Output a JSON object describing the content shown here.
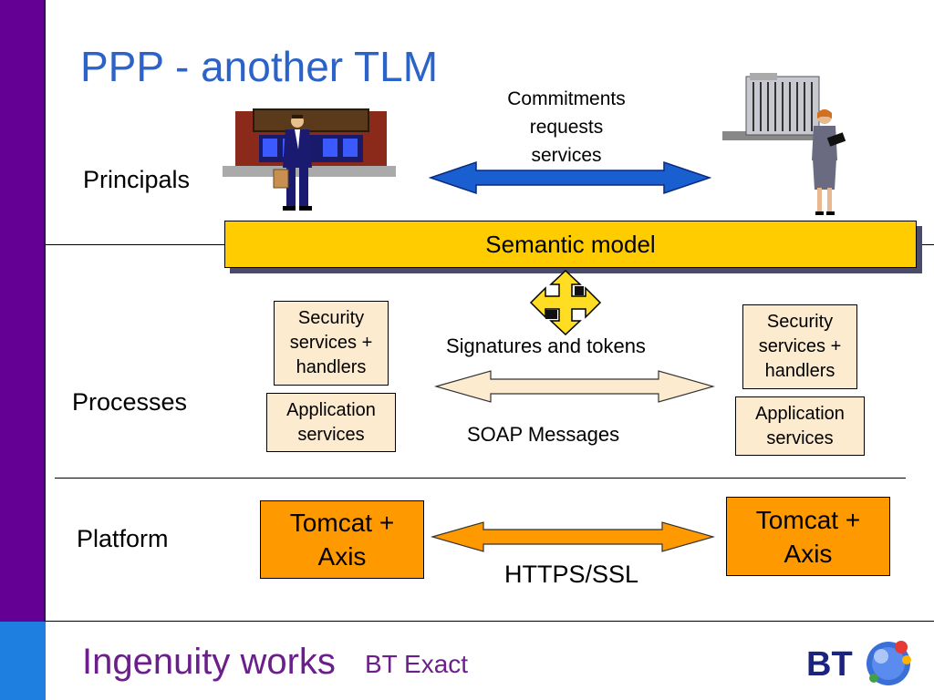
{
  "slide": {
    "title": "PPP - another TLM",
    "layers": {
      "principals": "Principals",
      "processes": "Processes",
      "platform": "Platform"
    },
    "commitments": [
      "Commitments",
      "requests",
      "services"
    ],
    "semantic_model": "Semantic model",
    "security_left": [
      "Security",
      "services +",
      "handlers"
    ],
    "security_right": [
      "Security",
      "services +",
      "handlers"
    ],
    "application_left": [
      "Application",
      "services"
    ],
    "application_right": [
      "Application",
      "services"
    ],
    "signatures": "Signatures and tokens",
    "soap": "SOAP Messages",
    "tomcat_left": [
      "Tomcat +",
      "Axis"
    ],
    "tomcat_right": [
      "Tomcat +",
      "Axis"
    ],
    "https": "HTTPS/SSL"
  },
  "footer": {
    "tagline": "Ingenuity works",
    "brand": "BT Exact",
    "logo_text": "BT"
  },
  "colors": {
    "sidebar": "#650094",
    "title": "#2b63c8",
    "semantic_model_fill": "#ffcc00",
    "service_box_fill": "#fdebd0",
    "tomcat_fill": "#ff9900",
    "blue_arrow": "#1a5fd0",
    "footer_text": "#6a1f8a"
  },
  "icons": [
    "shop-building-icon",
    "businessman-icon",
    "office-building-icon",
    "businesswoman-icon",
    "four-way-arrow-icon",
    "bt-globe-logo-icon"
  ]
}
